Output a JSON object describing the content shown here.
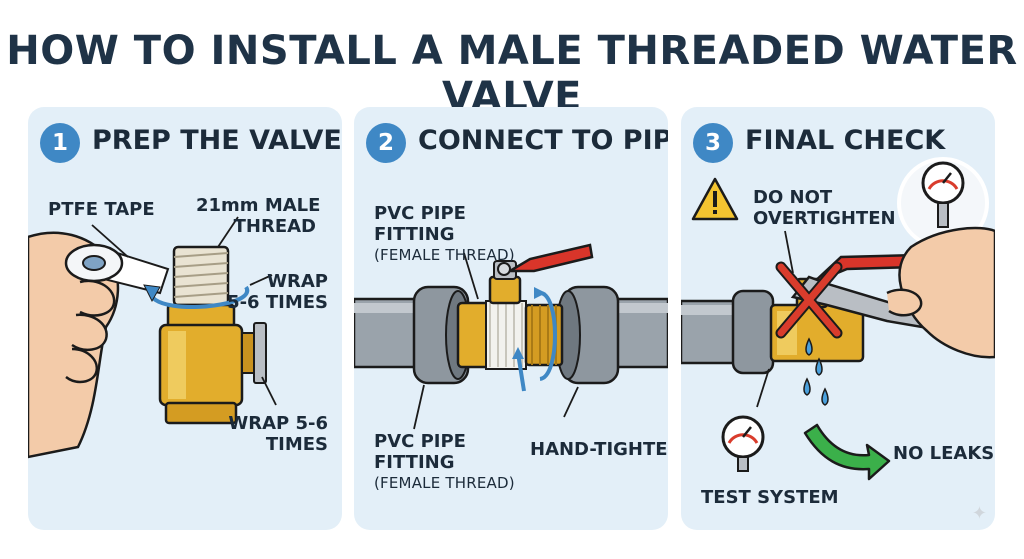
{
  "title": "HOW TO INSTALL A MALE THREADED WATER VALVE",
  "steps": [
    {
      "number": "1",
      "title": "PREP THE VALVE",
      "labels": {
        "ptfe_tape": "PTFE TAPE",
        "thread_line1": "21mm MALE",
        "thread_line2": "THREAD",
        "wrap_a_line1": "WRAP",
        "wrap_a_line2": "5-6 TIMES",
        "wrap_b_line1": "WRAP 5-6",
        "wrap_b_line2": "TIMES"
      }
    },
    {
      "number": "2",
      "title": "CONNECT TO PIPE",
      "labels": {
        "fitting_top_line1": "PVC PIPE",
        "fitting_top_line2": "FITTING",
        "fitting_top_sub": "(FEMALE THREAD)",
        "fitting_bottom_line1": "PVC PIPE",
        "fitting_bottom_line2": "FITTING",
        "fitting_bottom_sub": "(FEMALE THREAD)",
        "hand_tighten": "HAND-TIGHTEN"
      }
    },
    {
      "number": "3",
      "title": "FINAL CHECK",
      "labels": {
        "warning_line1": "DO NOT",
        "warning_line2": "OVERTIGHTEN",
        "test_system": "TEST SYSTEM",
        "no_leaks": "NO LEAKS"
      }
    }
  ],
  "colors": {
    "title": "#1f3347",
    "panel": "#e3eff8",
    "step_badge": "#3f88c5",
    "pipe": "#9aa3ab",
    "brass": "#e2ad2c",
    "handle": "#d9352a",
    "warning": "#f4c430",
    "cross": "#d93c2c",
    "arrow_green": "#3bb04a",
    "water": "#4aa0dc"
  },
  "icons": [
    "hand-icon",
    "tape-roll-icon",
    "valve-icon",
    "rotation-arrow-icon",
    "pipe-icon",
    "warning-icon",
    "pressure-gauge-icon",
    "wrench-icon",
    "cross-icon",
    "water-drop-icon",
    "green-arrow-icon",
    "sparkle-icon"
  ]
}
